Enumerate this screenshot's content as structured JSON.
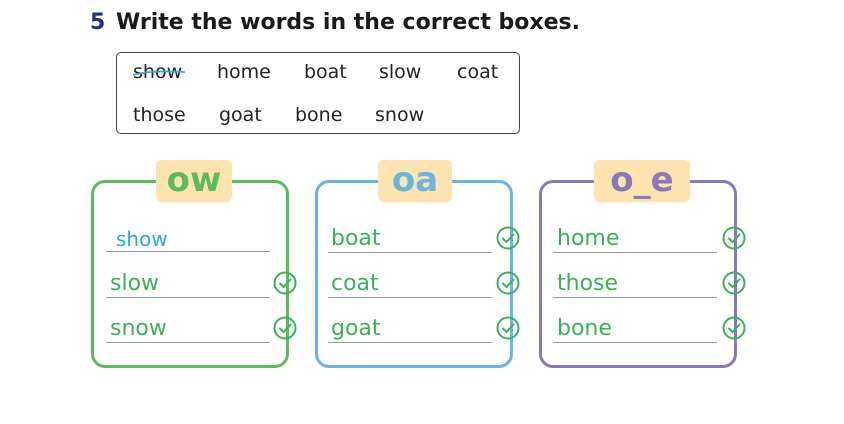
{
  "exercise": {
    "number": "5",
    "instruction": "Write the words in the correct boxes."
  },
  "word_bank": {
    "row1": [
      "show",
      "home",
      "boat",
      "slow",
      "coat"
    ],
    "row2": [
      "those",
      "goat",
      "bone",
      "snow"
    ],
    "crossed_out": "show"
  },
  "groups": [
    {
      "label": "ow",
      "color": "#5fba5c",
      "label_color": "#5fba5c",
      "answers": [
        "show",
        "slow",
        "snow"
      ],
      "example_color": "#2aa9d4"
    },
    {
      "label": "oa",
      "color": "#69b4e0",
      "label_color": "#69b4e0",
      "answers": [
        "boat",
        "coat",
        "goat"
      ]
    },
    {
      "label": "o_e",
      "color": "#8a78b8",
      "label_color": "#8a78b8",
      "answers": [
        "home",
        "those",
        "bone"
      ]
    }
  ],
  "answer_color": "#3bb05a",
  "check_icon": "check-circle-icon"
}
